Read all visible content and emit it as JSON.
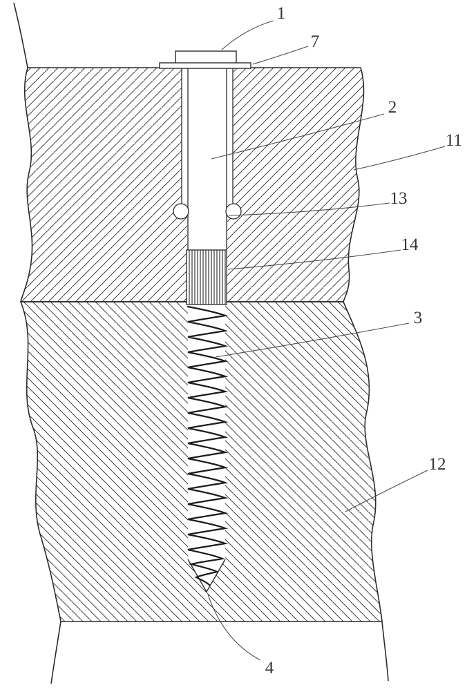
{
  "figure": {
    "kind": "patent-section-drawing",
    "labels": [
      {
        "text": "1"
      },
      {
        "text": "7"
      },
      {
        "text": "2"
      },
      {
        "text": "11"
      },
      {
        "text": "13"
      },
      {
        "text": "14"
      },
      {
        "text": "3"
      },
      {
        "text": "12"
      },
      {
        "text": "4"
      }
    ]
  },
  "colors": {
    "outline": "#2b2b2b",
    "hatch": "#3f3f3f",
    "leader": "#4a4a4a",
    "label": "#333333",
    "background": "#ffffff"
  }
}
